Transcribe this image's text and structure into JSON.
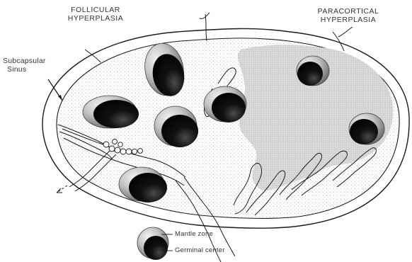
{
  "headings": {
    "left_line1": "FOLLICULAR",
    "left_line2": "HYPERPLASIA",
    "right_line1": "PARACORTICAL",
    "right_line2": "HYPERPLASIA"
  },
  "labels": {
    "subcapsular_line1": "Subcapsular",
    "subcapsular_line2": "Sinus"
  },
  "legend": {
    "mantle_zone": "Mantle zone",
    "germinal_center": "Germinal center"
  }
}
